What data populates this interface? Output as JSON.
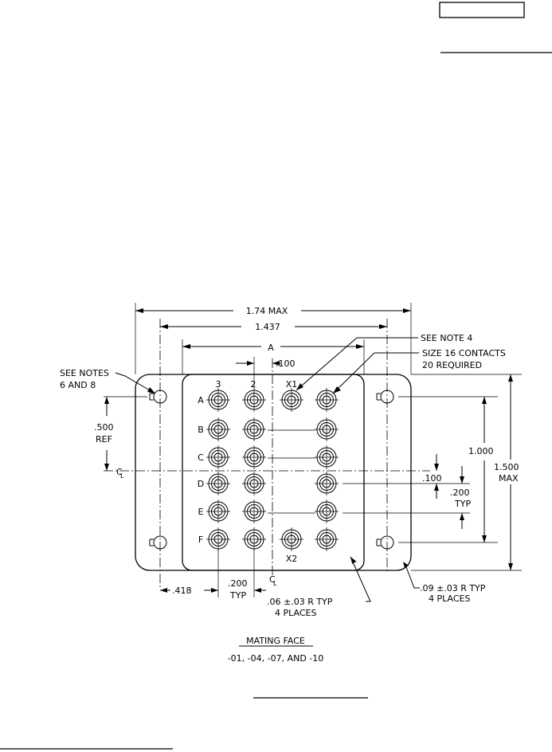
{
  "header": {
    "box_text": ""
  },
  "contacts": {
    "rows": [
      "A",
      "B",
      "C",
      "D",
      "E",
      "F"
    ],
    "columns": [
      "3",
      "2",
      "X1"
    ],
    "bottom_label": "X2"
  },
  "dimensions": {
    "overall_width": "1.74 MAX",
    "mount_spacing": "1.437",
    "dim_a": "A",
    "col_offset": ".100",
    "height_total": "1.500",
    "height_total_2": "MAX",
    "mount_vertical": "1.000",
    "row_pitch": ".100",
    "row_typ_1": ".200",
    "row_typ_2": "TYP",
    "ref_1": ".500",
    "ref_2": "REF",
    "left_offset": ".418",
    "col_pitch_1": ".200",
    "col_pitch_2": "TYP",
    "centerline": "C",
    "centerline_sub": "L"
  },
  "notes": {
    "see_note_4": "SEE NOTE 4",
    "contacts_1": "SIZE 16 CONTACTS",
    "contacts_2": "20 REQUIRED",
    "see_notes_1": "SEE NOTES",
    "see_notes_2": "6 AND 8",
    "inner_radius_1": ".06 ±.03 R TYP",
    "inner_radius_2": "4 PLACES",
    "outer_radius_1": ".09 ±.03 R TYP",
    "outer_radius_2": "4 PLACES"
  },
  "caption": {
    "title": "MATING FACE",
    "subtitle": "-01, -04, -07, AND -10"
  }
}
